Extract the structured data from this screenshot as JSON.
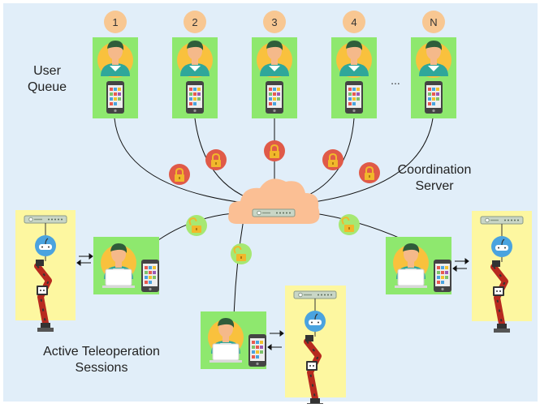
{
  "labels": {
    "user_queue_line1": "User",
    "user_queue_line2": "Queue",
    "server_line1": "Coordination",
    "server_line2": "Server",
    "sessions_line1": "Active Teleoperation",
    "sessions_line2": "Sessions",
    "ellipsis": "..."
  },
  "queue_numbers": [
    "1",
    "2",
    "3",
    "4",
    "N"
  ],
  "colors": {
    "background": "#e1eef9",
    "user_card": "#8ee86e",
    "robot_panel": "#fdf7a0",
    "queue_badge": "#f8c792",
    "locked": "#e05a48",
    "unlocked": "#a6e873",
    "lock_icon": "#f1b82b",
    "cloud": "#fbbf94",
    "skin": "#f5b98a",
    "shirt": "#2fa79a",
    "robot_arm": "#b72a1f"
  },
  "icons": [
    "user-avatar-icon",
    "smartphone-icon",
    "laptop-icon",
    "lock-icon",
    "unlock-icon",
    "cloud-server-icon",
    "router-icon",
    "gamepad-icon",
    "robot-arm-icon"
  ]
}
